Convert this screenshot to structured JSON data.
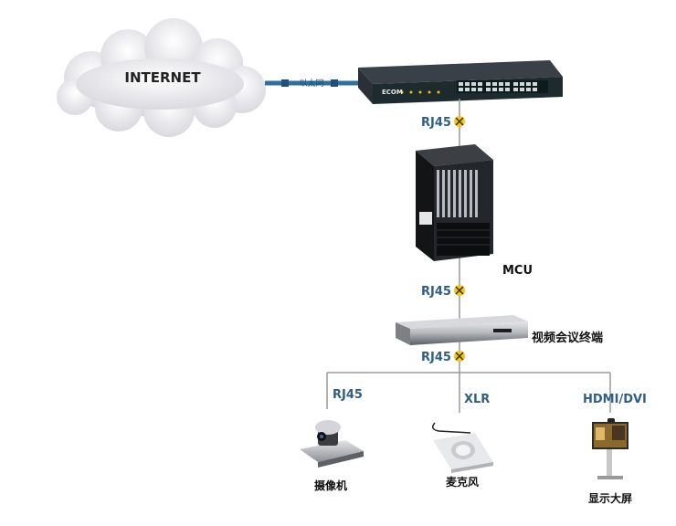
{
  "diagram": {
    "internet_label": "INTERNET",
    "cable_label": "以太网",
    "switch_brand": "ECOM",
    "connectors": [
      "RJ45",
      "RJ45",
      "RJ45"
    ],
    "mcu_label": "MCU",
    "terminal_label": "视频会议终端",
    "branch_connectors": [
      "RJ45",
      "XLR",
      "HDMI/DVI"
    ],
    "devices": [
      "摄像机",
      "麦克风",
      "显示大屏"
    ]
  },
  "colors": {
    "connector_label": "#2f5f86",
    "line": "#9a9a9a",
    "cable": "#2f6f9f",
    "marker_fill": "#f5c518"
  }
}
